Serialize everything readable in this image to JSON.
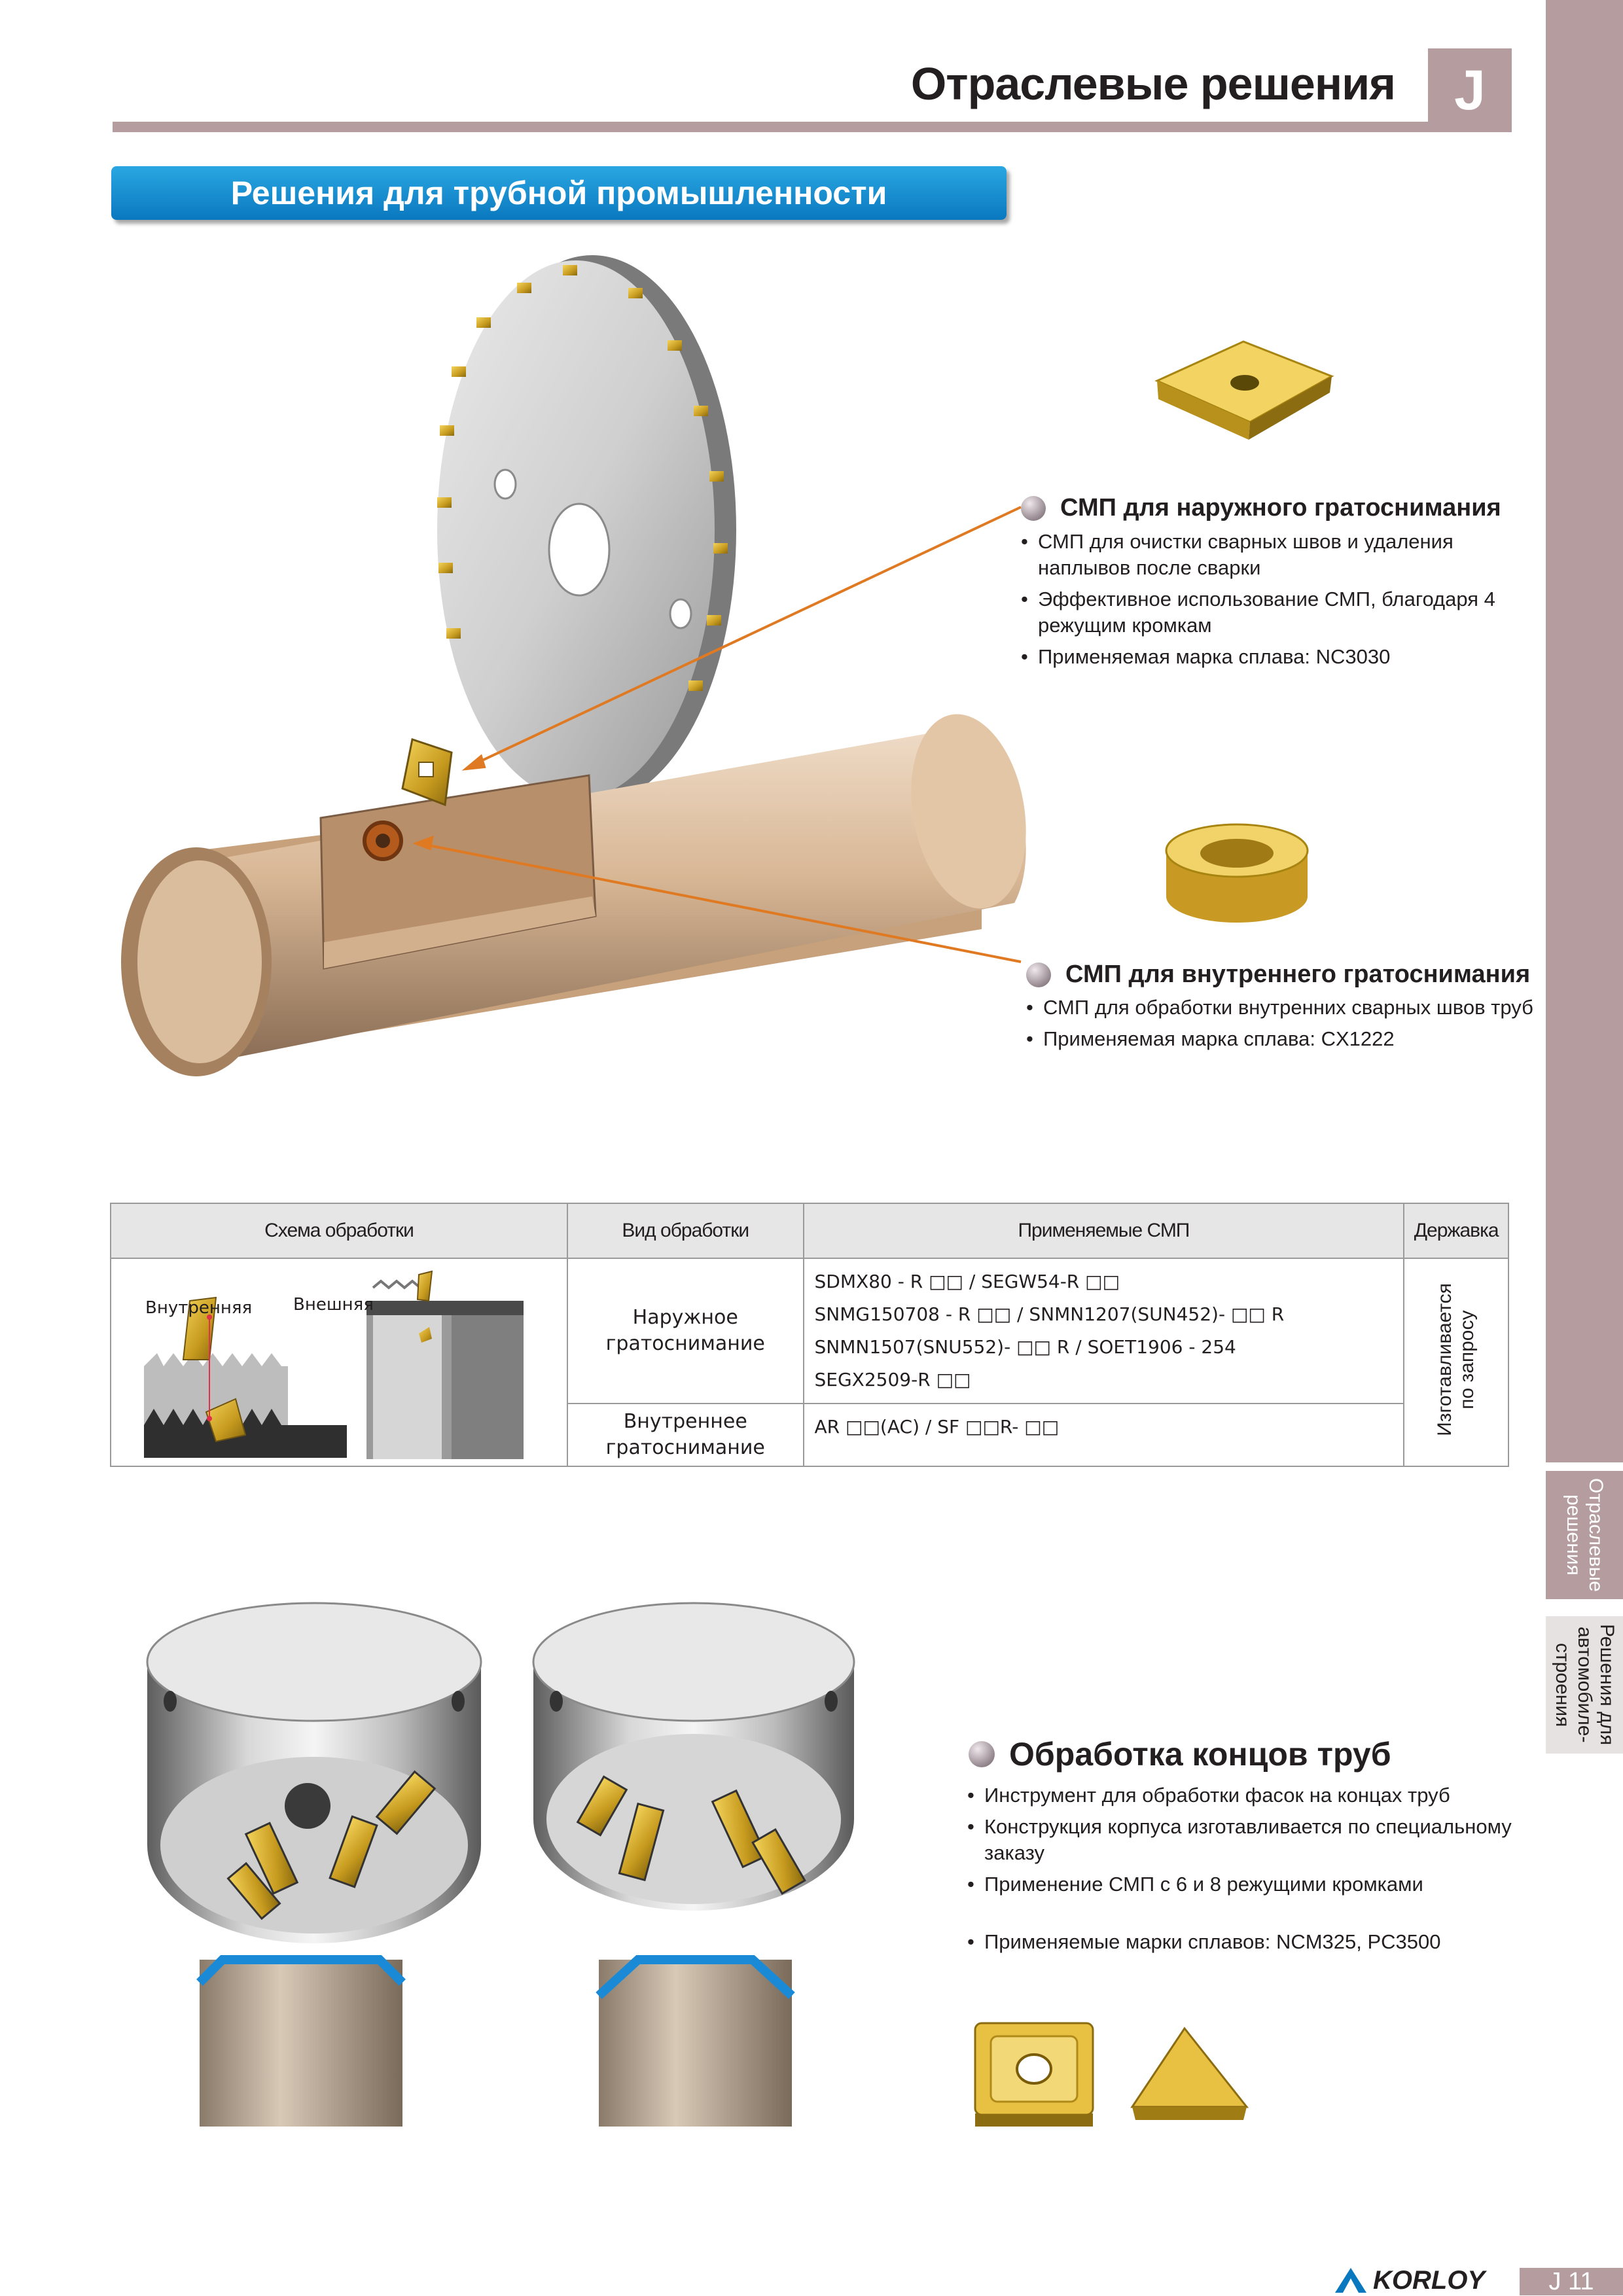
{
  "header": {
    "title": "Отраслевые решения",
    "letter": "J"
  },
  "sidebar": {
    "tabs": [
      "Отраслевые\nрешения",
      "Решения для\nавтомобиле-\nстроения"
    ]
  },
  "banner": "Решения для трубной промышленности",
  "outer": {
    "title": "СМП для наружного гратоснимания",
    "bullets": [
      "СМП для очистки сварных швов и удаления наплывов после сварки",
      "Эффективное использование СМП, благодаря 4 режущим кромкам",
      "Применяемая марка сплава: NC3030"
    ]
  },
  "inner": {
    "title": "СМП для внутреннего гратоснимания",
    "bullets": [
      "СМП для обработки внутренних сварных швов труб",
      "Применяемая марка сплава: CX1222"
    ]
  },
  "table": {
    "headers": [
      "Схема обработки",
      "Вид обработки",
      "Применяемые СМП",
      "Державка"
    ],
    "scheme_labels": [
      "Внутренняя",
      "Внешняя"
    ],
    "rows": [
      {
        "type": "Наружное\nгратоснимание",
        "inserts": [
          "SDMX80 - R  □□ / SEGW54-R   □□",
          "SNMG150708 - R  □□  / SNMN1207(SUN452)-   □□ R",
          "SNMN1507(SNU552)-   □□ R / SOET1906 - 254",
          "SEGX2509-R  □□"
        ]
      },
      {
        "type": "Внутреннее\nгратоснимание",
        "inserts": [
          "AR □□(AC) / SF  □□R-  □□"
        ]
      }
    ],
    "holder": "Изготавливается\nпо запросу"
  },
  "pipe_end": {
    "title": "Обработка концов труб",
    "bullets": [
      "Инструмент для обработки фасок на концах труб",
      "Конструкция корпуса изготавливается по специальному заказу",
      "Применение СМП с 6 и 8 режущими кромками",
      "Применяемые марки сплавов: NCM325, PC3500"
    ]
  },
  "footer": {
    "brand": "KORLOY",
    "page": "J 11"
  }
}
